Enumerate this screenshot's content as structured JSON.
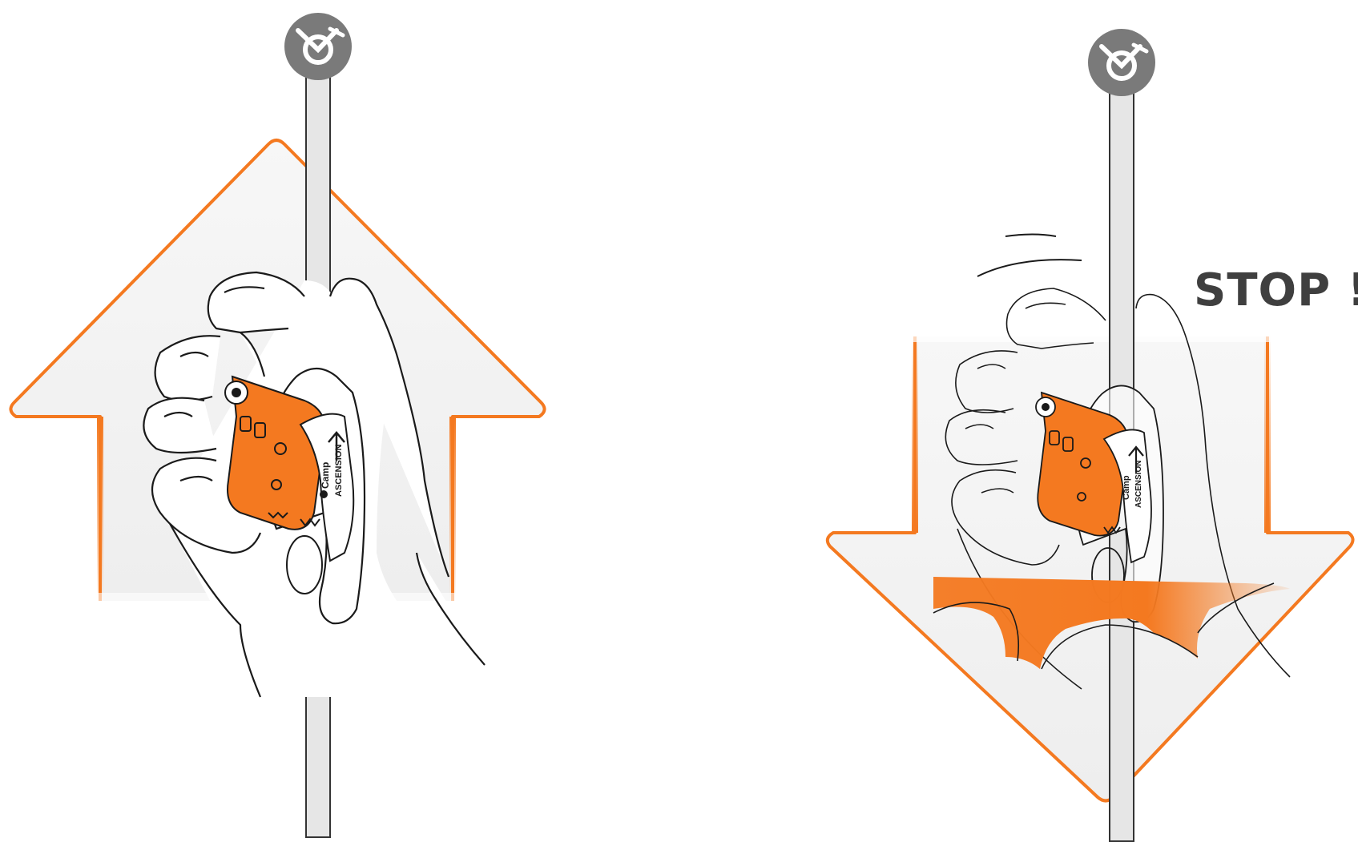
{
  "panels": [
    {
      "id": "ascend",
      "direction": "up",
      "device_brand": "Camp",
      "device_model": "ASCENSION"
    },
    {
      "id": "arrest",
      "direction": "down",
      "device_brand": "Camp",
      "device_model": "ASCENSION",
      "callout": "STOP !"
    }
  ],
  "colors": {
    "accent": "#F47920",
    "rope_fill": "#E6E6E6",
    "anchor_fill": "#7A7A7A",
    "arrow_fill": "#F4F4F4",
    "outline": "#1A1A1A",
    "callout_text": "#3F3F3F"
  },
  "icons": [
    "anchor-point-icon",
    "up-arrow-icon",
    "down-arrow-icon",
    "carabiner-symbol-icon",
    "camp-logo-icon"
  ]
}
